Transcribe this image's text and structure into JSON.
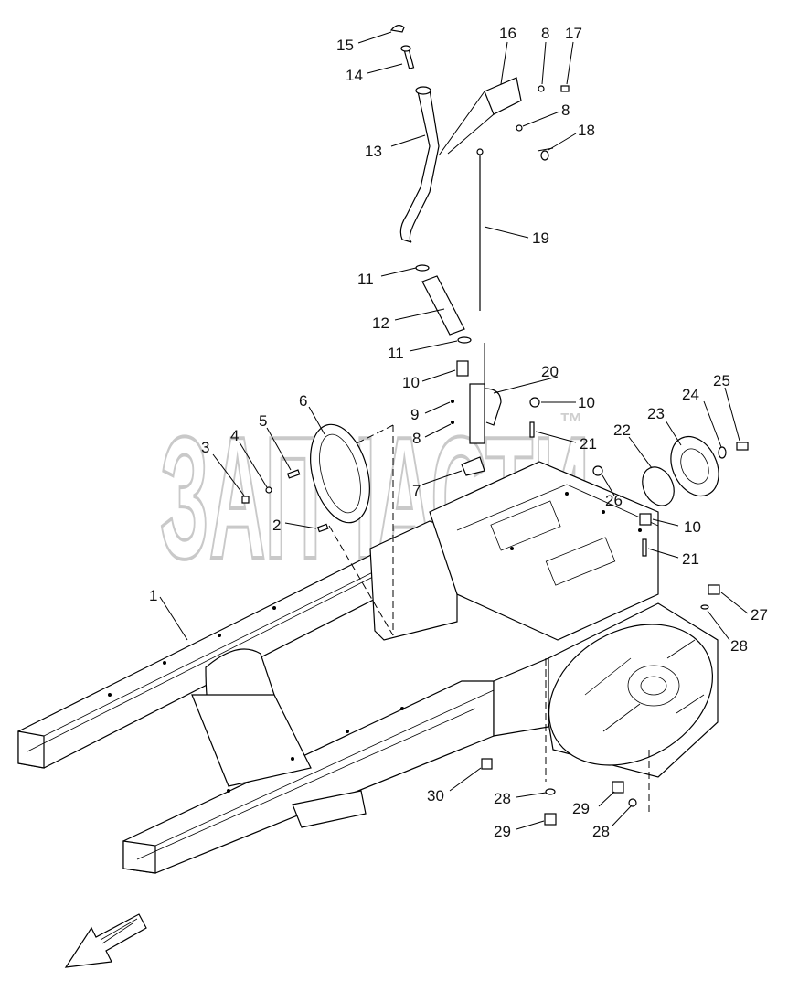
{
  "watermark": {
    "text": "ЗАПЧАСТИ",
    "mark": "™"
  },
  "callouts": [
    {
      "id": "c15a",
      "label": "15"
    },
    {
      "id": "c14",
      "label": "14"
    },
    {
      "id": "c16",
      "label": "16"
    },
    {
      "id": "c8a",
      "label": "8"
    },
    {
      "id": "c17",
      "label": "17"
    },
    {
      "id": "c8b",
      "label": "8"
    },
    {
      "id": "c13",
      "label": "13"
    },
    {
      "id": "c18",
      "label": "18"
    },
    {
      "id": "c19",
      "label": "19"
    },
    {
      "id": "c11a",
      "label": "11"
    },
    {
      "id": "c12",
      "label": "12"
    },
    {
      "id": "c11b",
      "label": "11"
    },
    {
      "id": "c10a",
      "label": "10"
    },
    {
      "id": "c20",
      "label": "20"
    },
    {
      "id": "c6",
      "label": "6"
    },
    {
      "id": "c9",
      "label": "9"
    },
    {
      "id": "c10b",
      "label": "10"
    },
    {
      "id": "c25",
      "label": "25"
    },
    {
      "id": "c24",
      "label": "24"
    },
    {
      "id": "c23",
      "label": "23"
    },
    {
      "id": "c5",
      "label": "5"
    },
    {
      "id": "c4",
      "label": "4"
    },
    {
      "id": "c3",
      "label": "3"
    },
    {
      "id": "c8c",
      "label": "8"
    },
    {
      "id": "c21a",
      "label": "21"
    },
    {
      "id": "c22",
      "label": "22"
    },
    {
      "id": "c7",
      "label": "7"
    },
    {
      "id": "c26",
      "label": "26"
    },
    {
      "id": "c2",
      "label": "2"
    },
    {
      "id": "c10c",
      "label": "10"
    },
    {
      "id": "c21b",
      "label": "21"
    },
    {
      "id": "c1",
      "label": "1"
    },
    {
      "id": "c27",
      "label": "27"
    },
    {
      "id": "c28a",
      "label": "28"
    },
    {
      "id": "c30",
      "label": "30"
    },
    {
      "id": "c28b",
      "label": "28"
    },
    {
      "id": "c29a",
      "label": "29"
    },
    {
      "id": "c29b",
      "label": "29"
    },
    {
      "id": "c28c",
      "label": "28"
    }
  ]
}
